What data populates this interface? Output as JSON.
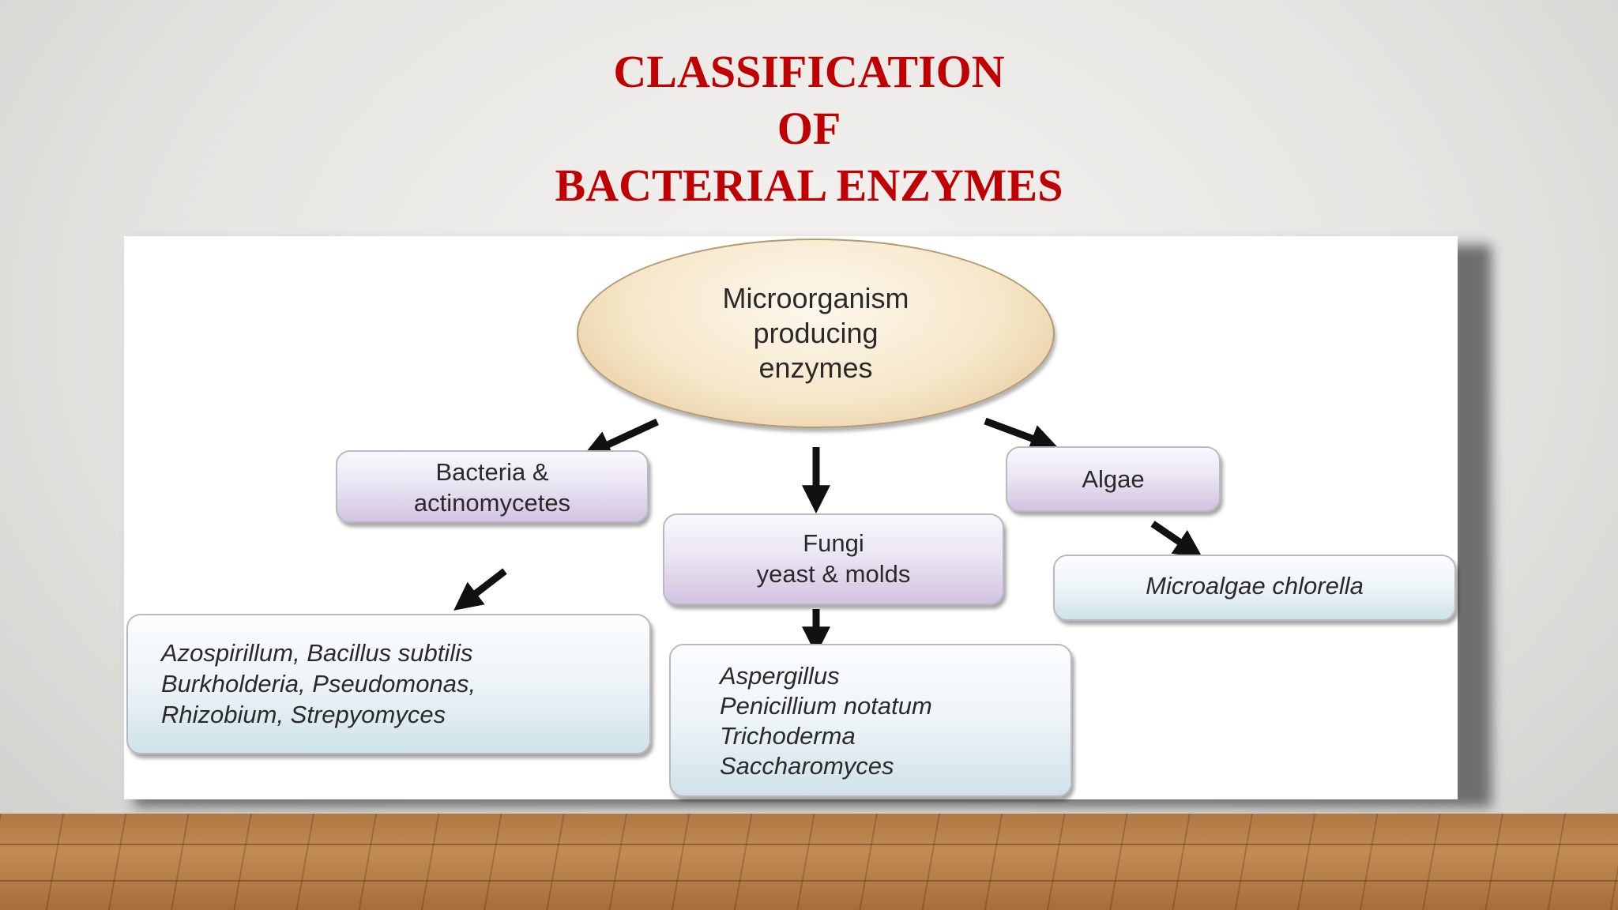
{
  "title": {
    "line1": "CLASSIFICATION",
    "line2": "OF",
    "line3": "BACTERIAL ENZYMES"
  },
  "diagram": {
    "root": {
      "line1": "Microorganism",
      "line2": "producing",
      "line3": "enzymes"
    },
    "bacteria": {
      "line1": "Bacteria &",
      "line2": "actinomycetes"
    },
    "fungi": {
      "line1": "Fungi",
      "line2": "yeast  & molds"
    },
    "algae": {
      "label": "Algae"
    },
    "bacteria_examples": {
      "line1": "Azospirillum, Bacillus subtilis",
      "line2": "Burkholderia, Pseudomonas,",
      "line3": "Rhizobium, Strepyomyces"
    },
    "fungi_examples": {
      "line1": "Aspergillus",
      "line2": "Penicillium notatum",
      "line3": "Trichoderma",
      "line4": "Saccharomyces"
    },
    "algae_examples": {
      "label": "Microalgae chlorella"
    }
  },
  "colors": {
    "title": "#c00000",
    "arrow": "#111111",
    "category_box": "#d2c3e2",
    "example_box": "#cfe2ea",
    "root_ellipse": "#f6e7c9"
  }
}
